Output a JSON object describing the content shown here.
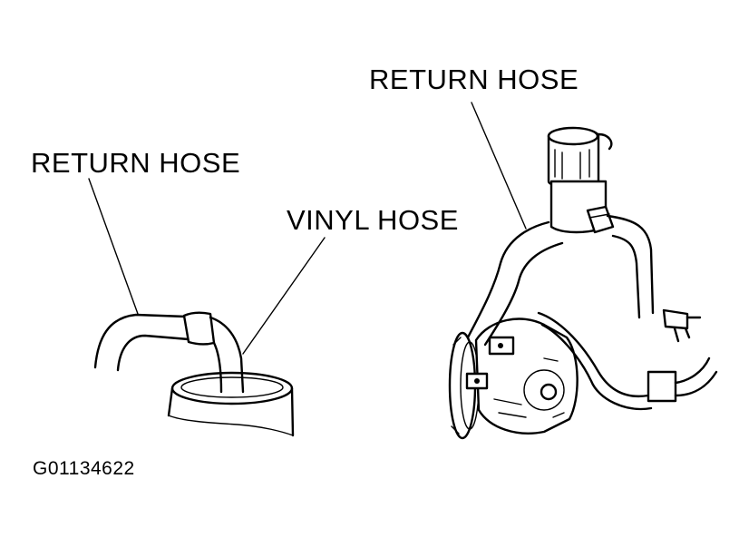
{
  "labels": {
    "return_hose_left": "RETURN HOSE",
    "vinyl_hose": "VINYL HOSE",
    "return_hose_right": "RETURN HOSE",
    "figure_code": "G01134622"
  }
}
